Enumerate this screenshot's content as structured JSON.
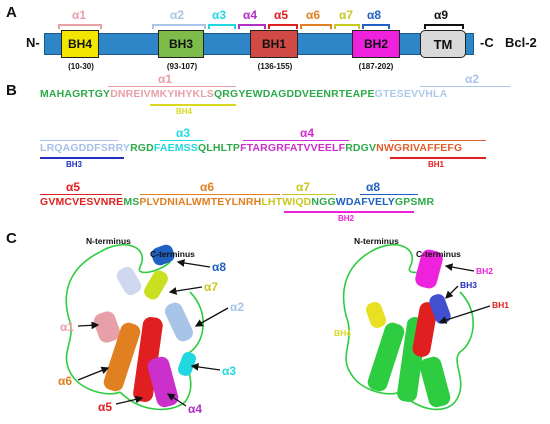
{
  "panels": {
    "a": "A",
    "b": "B",
    "c": "C"
  },
  "domain": {
    "n_term": "N-",
    "c_term": "-C",
    "protein": "Bcl-2",
    "boxes": [
      {
        "label": "BH4",
        "range": "(10-30)",
        "color": "#f2e600"
      },
      {
        "label": "BH3",
        "range": "(93-107)",
        "color": "#7dbb4a"
      },
      {
        "label": "BH1",
        "range": "(136-155)",
        "color": "#d24a45"
      },
      {
        "label": "BH2",
        "range": "(187-202)",
        "color": "#ee22dd"
      },
      {
        "label": "TM",
        "range": "",
        "color": "#d9d9d9"
      }
    ],
    "helices": [
      {
        "label": "α1",
        "color": "#e8a0a8"
      },
      {
        "label": "α2",
        "color": "#a8c4e8"
      },
      {
        "label": "α3",
        "color": "#22d8e0"
      },
      {
        "label": "α4",
        "color": "#b030c8"
      },
      {
        "label": "α5",
        "color": "#e02020"
      },
      {
        "label": "α6",
        "color": "#e08020"
      },
      {
        "label": "α7",
        "color": "#c8c820"
      },
      {
        "label": "α8",
        "color": "#2060c0"
      },
      {
        "label": "α9",
        "color": "#111111"
      }
    ]
  },
  "sequence": {
    "line1": [
      {
        "t": "MAHAGRTGY",
        "c": "#2eaa4a"
      },
      {
        "t": "DNREIVMKYIHYKLS",
        "c": "#e8a0a8"
      },
      {
        "t": "QRGYEWDAGDDVEENRTEAPE",
        "c": "#2eaa4a"
      },
      {
        "t": "GTESEVVHLA",
        "c": "#b0c8e8"
      }
    ],
    "line2": [
      {
        "t": "LRQAGDDFSRRY",
        "c": "#a8c0e8"
      },
      {
        "t": "RGD",
        "c": "#2eaa4a"
      },
      {
        "t": "FAEMSS",
        "c": "#22d8e0"
      },
      {
        "t": "QLHLTP",
        "c": "#2eaa4a"
      },
      {
        "t": "FTARGRFATVVEELF",
        "c": "#cc30cc"
      },
      {
        "t": "RDGV",
        "c": "#2eaa4a"
      },
      {
        "t": "NWGRIVAFFEFG",
        "c": "#e06030"
      }
    ],
    "line3": [
      {
        "t": "GVMCVESVNRE",
        "c": "#e02020"
      },
      {
        "t": "MS",
        "c": "#2eaa4a"
      },
      {
        "t": "PLVDNIALWMTEYLNRH",
        "c": "#e08020"
      },
      {
        "t": "LHTWIQD",
        "c": "#c8c820"
      },
      {
        "t": "NGG",
        "c": "#2eaa4a"
      },
      {
        "t": "WDAFVELY",
        "c": "#2060c0"
      },
      {
        "t": "GPSMR",
        "c": "#2eaa4a"
      }
    ],
    "labels": {
      "a1": "α1",
      "a2": "α2",
      "a3": "α3",
      "a4": "α4",
      "a5": "α5",
      "a6": "α6",
      "a7": "α7",
      "a8": "α8",
      "bh4": "BH4",
      "bh3": "BH3",
      "bh1": "BH1",
      "bh2": "BH2"
    }
  },
  "structure": {
    "left": {
      "n_terminus": "N-terminus",
      "c_terminus": "C-terminus",
      "callouts": [
        {
          "label": "α8",
          "color": "#2060c0"
        },
        {
          "label": "α7",
          "color": "#c8c820"
        },
        {
          "label": "α2",
          "color": "#a8c4e8"
        },
        {
          "label": "α1",
          "color": "#e8a0a8"
        },
        {
          "label": "α6",
          "color": "#e08020"
        },
        {
          "label": "α3",
          "color": "#22d8e0"
        },
        {
          "label": "α5",
          "color": "#e02020"
        },
        {
          "label": "α4",
          "color": "#b030c8"
        }
      ]
    },
    "right": {
      "n_terminus": "N-terminus",
      "c_terminus": "C-terminus",
      "callouts": [
        {
          "label": "BH2",
          "color": "#ee22dd"
        },
        {
          "label": "BH3",
          "color": "#2030c0"
        },
        {
          "label": "BH1",
          "color": "#e02020"
        },
        {
          "label": "BH4",
          "color": "#d8d820"
        }
      ]
    }
  }
}
